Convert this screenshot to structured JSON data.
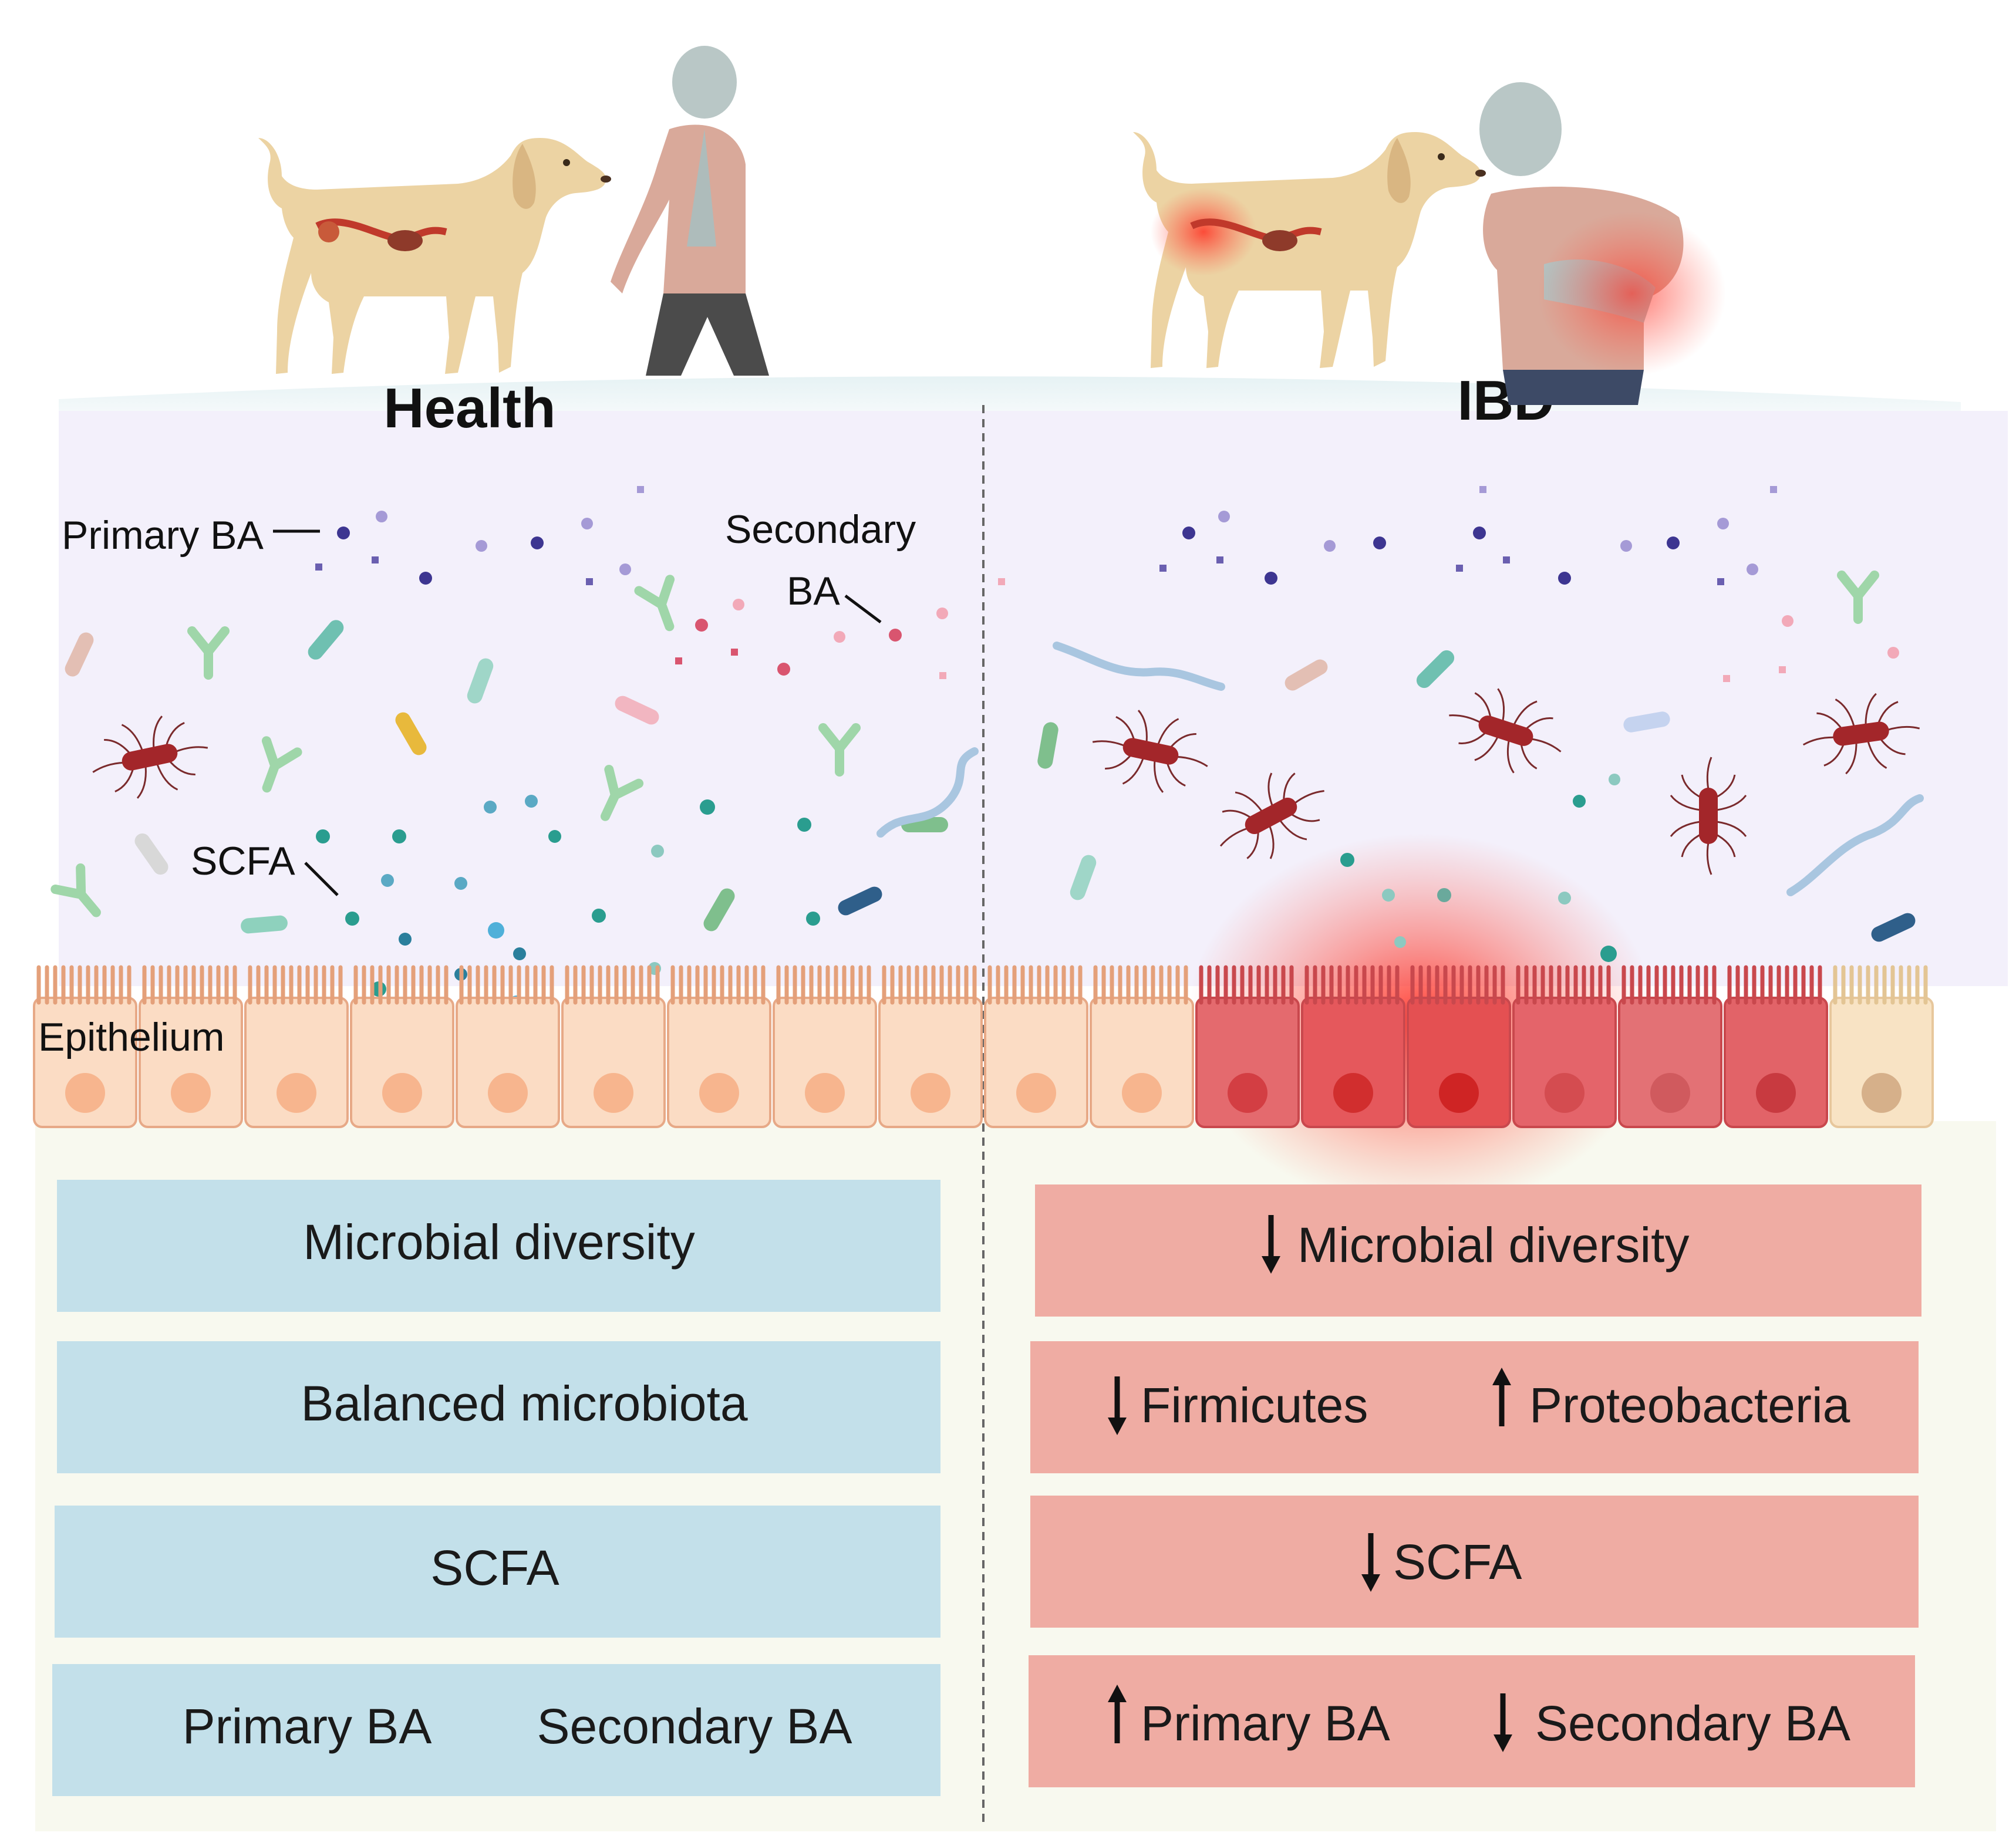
{
  "health": {
    "title": "Health",
    "annotations": {
      "primary_ba": "Primary BA",
      "secondary_ba_line1": "Secondary",
      "secondary_ba_line2": "BA",
      "scfa": "SCFA",
      "epithelium": "Epithelium"
    },
    "boxes": {
      "microbial_diversity": "Microbial diversity",
      "balanced_microbiota": "Balanced microbiota",
      "scfa": "SCFA",
      "primary_ba": "Primary BA",
      "secondary_ba": "Secondary BA"
    }
  },
  "ibd": {
    "title": "IBD",
    "boxes": {
      "microbial_diversity": {
        "label": "Microbial diversity",
        "direction": "down"
      },
      "firmicutes": {
        "label": "Firmicutes",
        "direction": "down"
      },
      "proteobacteria": {
        "label": "Proteobacteria",
        "direction": "up"
      },
      "scfa": {
        "label": "SCFA",
        "direction": "down"
      },
      "primary_ba": {
        "label": "Primary BA",
        "direction": "up"
      },
      "secondary_ba": {
        "label": "Secondary BA",
        "direction": "down"
      }
    }
  },
  "colors": {
    "health_box": "#c3e0ea",
    "ibd_box": "#efaca3",
    "lumen": "#f3f0fb",
    "epithelial_cell": "#fbdcc4",
    "inflamed_cell": "#e4646a",
    "inflammation": "#ff2a20",
    "primary_ba_particle": "#3d3591",
    "secondary_ba_particle": "#d9556f",
    "scfa_particle": "#2a9d8f",
    "pathobiont": "#a3262a"
  },
  "icons": [
    "dog-icon",
    "person-icon",
    "bacterium-icon",
    "antibody-icon",
    "arrow-up-icon",
    "arrow-down-icon"
  ]
}
